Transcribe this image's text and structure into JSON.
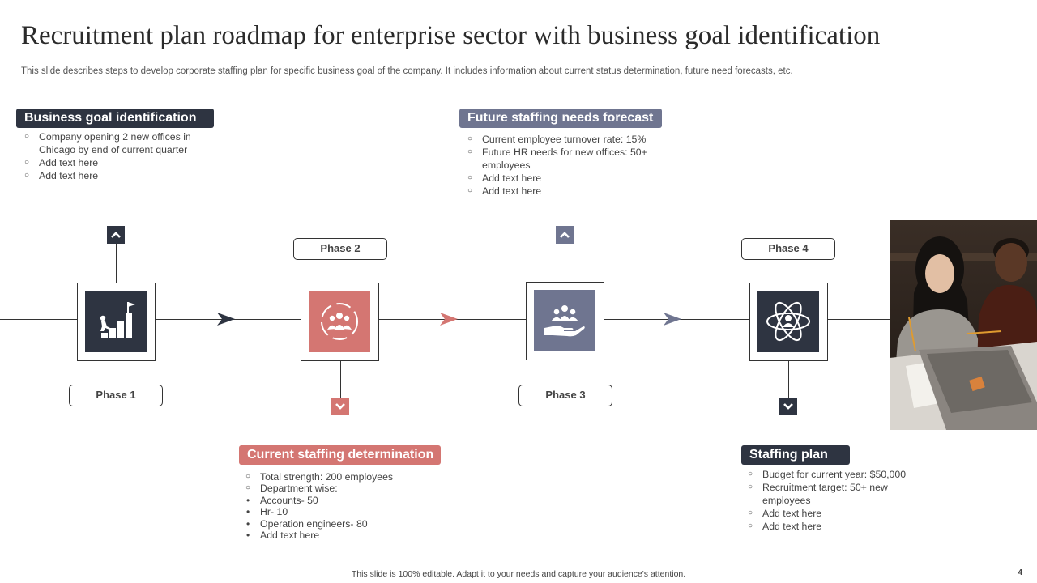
{
  "slide": {
    "title": "Recruitment plan roadmap for enterprise sector with business goal identification",
    "subtitle": "This slide describes steps to develop corporate staffing plan for specific business goal of the company. It includes information about current status determination, future need forecasts, etc.",
    "footer": "This slide is 100% editable.  Adapt it to your needs and capture your audience's attention.",
    "page_number": "4"
  },
  "colors": {
    "dark": "#2e3441",
    "slate": "#6f7590",
    "coral": "#d47672"
  },
  "sections": {
    "goal": {
      "heading": "Business goal identification",
      "items": [
        "Company opening 2 new offices in Chicago by end of current quarter",
        "Add text here",
        "Add text here"
      ]
    },
    "forecast": {
      "heading": "Future staffing needs forecast",
      "items": [
        "Current employee turnover rate: 15%",
        "Future HR needs for new offices: 50+ employees",
        "Add text here",
        "Add text here"
      ]
    },
    "current": {
      "heading": "Current staffing determination",
      "items": [
        "Total strength: 200 employees",
        "Department wise:"
      ],
      "sub_items": [
        "Accounts- 50",
        "Hr- 10",
        "Operation engineers- 80",
        "Add text here"
      ]
    },
    "plan": {
      "heading": "Staffing plan",
      "items": [
        "Budget for current year: $50,000",
        "Recruitment target: 50+ new employees",
        "Add text here",
        "Add text here"
      ]
    }
  },
  "phases": [
    {
      "label": "Phase 1",
      "icon": "stairs-goal-flag-icon"
    },
    {
      "label": "Phase 2",
      "icon": "team-cycle-icon"
    },
    {
      "label": "Phase 3",
      "icon": "hand-holding-people-icon"
    },
    {
      "label": "Phase 4",
      "icon": "atom-person-icon"
    }
  ],
  "photo": {
    "icon": "team-working-photo"
  }
}
